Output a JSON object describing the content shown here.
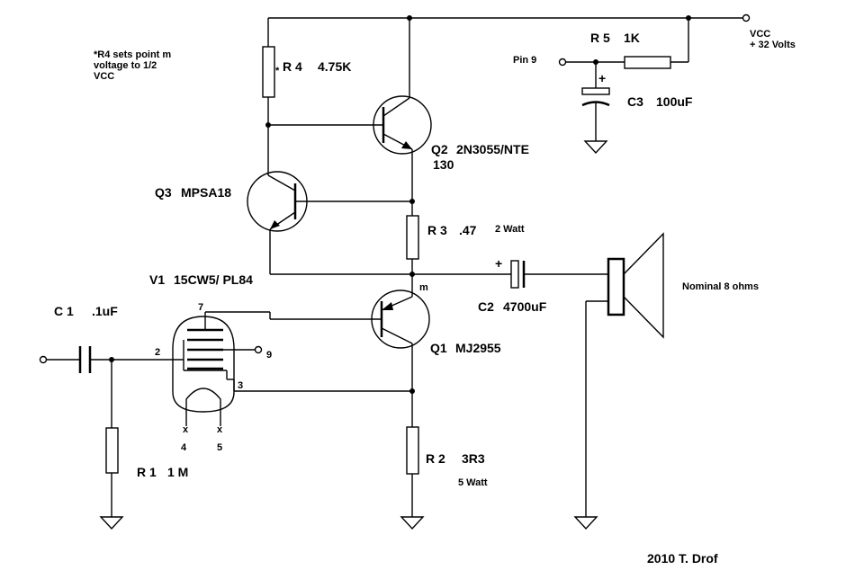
{
  "notes": {
    "r4_line1": "*R4 sets point m",
    "r4_line2": "voltage to 1/2",
    "r4_line3": "VCC",
    "vcc_label": "VCC",
    "vcc_value": "+ 32 Volts",
    "credit": "2010  T. Drof",
    "node_m": "m",
    "r4_star": "*"
  },
  "components": {
    "r4": {
      "ref": "R 4",
      "value": "4.75K"
    },
    "r5": {
      "ref": "R 5",
      "value": "1K"
    },
    "c3": {
      "ref": "C3",
      "value": "100uF",
      "polarity": "+"
    },
    "pin9": "Pin 9",
    "q2": {
      "ref": "Q2",
      "value": "2N3055/NTE",
      "value2": "130"
    },
    "q3": {
      "ref": "Q3",
      "value": "MPSA18"
    },
    "r3": {
      "ref": "R 3",
      "value": ".47",
      "rating": "2 Watt"
    },
    "v1": {
      "ref": "V1",
      "value": "15CW5/ PL84"
    },
    "c2": {
      "ref": "C2",
      "value": "4700uF",
      "polarity": "+"
    },
    "speaker": "Nominal 8 ohms",
    "c1": {
      "ref": "C 1",
      "value": ".1uF"
    },
    "q1": {
      "ref": "Q1",
      "value": "MJ2955"
    },
    "r1": {
      "ref": "R 1",
      "value": "1 M"
    },
    "r2": {
      "ref": "R 2",
      "value": "3R3",
      "rating": "5 Watt"
    },
    "tube_pins": {
      "p7": "7",
      "p2": "2",
      "p9": "9",
      "p3": "3",
      "p4": "4",
      "p5": "5",
      "x": "x"
    }
  }
}
